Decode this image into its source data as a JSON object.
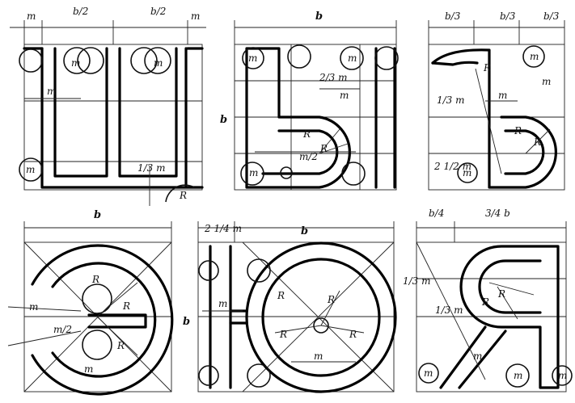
{
  "labels": {
    "m": "m",
    "b": "b",
    "R": "R",
    "b_over_2": "b/2",
    "b_over_3": "b/3",
    "b_over_4": "b/4",
    "three_quarter_b": "3/4 b",
    "two_third_m": "2/3 m",
    "m_over_2": "m/2",
    "one_third_m": "1/3 m",
    "two_half_m": "2 1/2 m",
    "two_quarter_m": "2 1/4 m"
  }
}
